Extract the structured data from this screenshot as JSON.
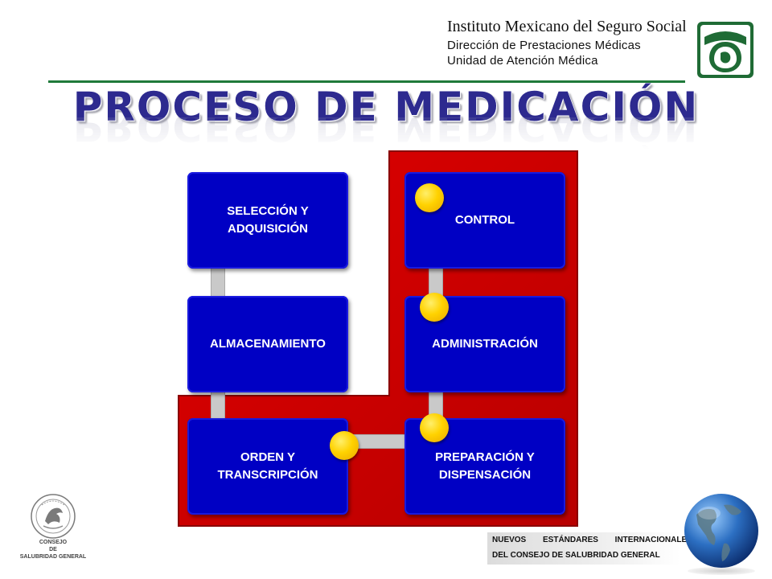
{
  "header": {
    "institution": "Instituto Mexicano del Seguro Social",
    "line1": "Dirección de Prestaciones Médicas",
    "line2": "Unidad de Atención Médica",
    "logo_icon": "imss-logo-icon",
    "rule_color": "#1f7a3a"
  },
  "title": "PROCESO DE MEDICACIÓN",
  "title_color": "#2d2a8f",
  "diagram": {
    "background_color": "#d00000",
    "box_color": "#0000c4",
    "connector_color": "#c9c9c9",
    "marker_color": "#ffd200",
    "steps": [
      {
        "label": "SELECCIÓN Y\nADQUISICIÓN",
        "marked": false
      },
      {
        "label": "ALMACENAMIENTO",
        "marked": false
      },
      {
        "label": "ORDEN Y\nTRANSCRIPCIÓN",
        "marked": true
      },
      {
        "label": "PREPARACIÓN Y\nDISPENSACIÓN",
        "marked": true
      },
      {
        "label": "ADMINISTRACIÓN",
        "marked": true
      },
      {
        "label": "CONTROL",
        "marked": true
      }
    ]
  },
  "footer": {
    "seal_icon": "mexican-coat-of-arms-seal-icon",
    "consejo_lines": [
      "CONSEJO",
      "DE",
      "SALUBRIDAD GENERAL"
    ],
    "banner_line1": "NUEVOS ESTÁNDARES INTERNACIONALES",
    "banner_line2": "DEL CONSEJO DE SALUBRIDAD GENERAL",
    "globe_icon": "globe-icon"
  }
}
